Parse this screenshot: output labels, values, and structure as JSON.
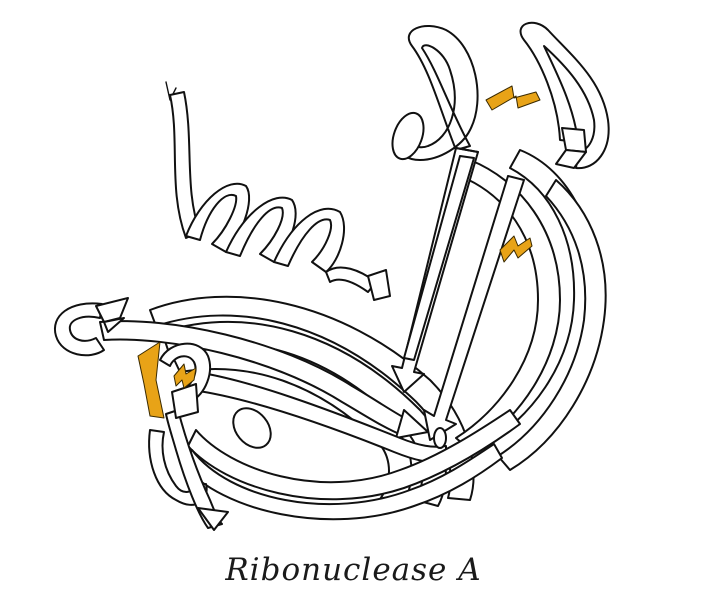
{
  "caption": "Ribonuclease A",
  "colors": {
    "outline": "#111111",
    "ribbon_fill": "#ffffff",
    "disulfide_bond": "#e8a317",
    "background": "#ffffff"
  },
  "structure": {
    "helices": 1,
    "beta_strands": 8,
    "disulfide_bonds": 4,
    "icons": [
      "alpha-helix-icon",
      "beta-strand-arrow-icon",
      "disulfide-bolt-icon",
      "terminus-arrow-icon"
    ]
  }
}
